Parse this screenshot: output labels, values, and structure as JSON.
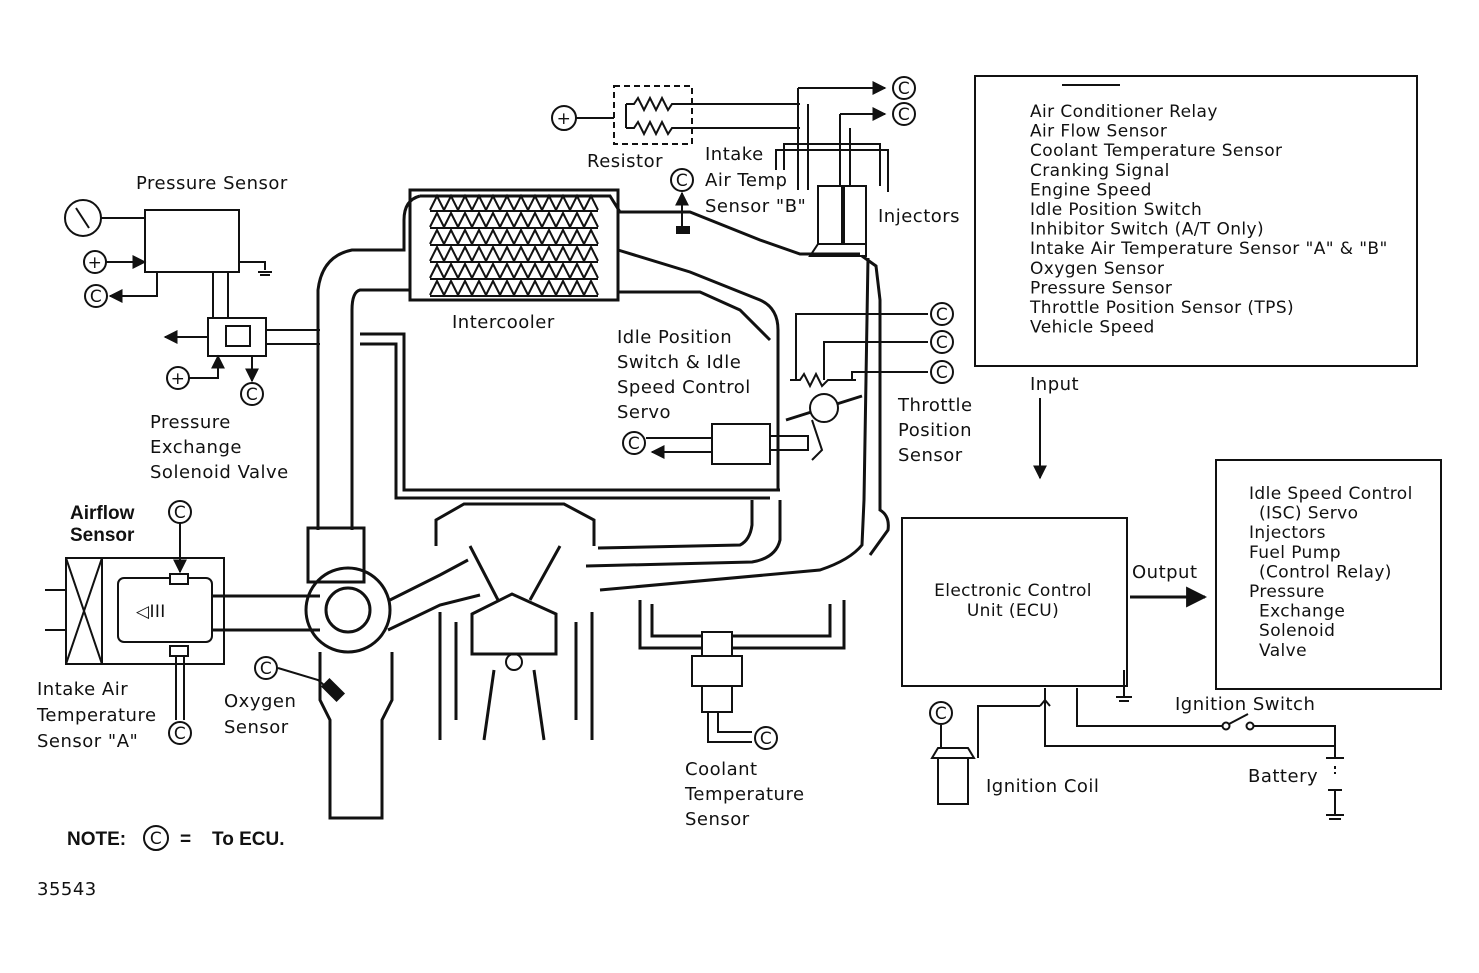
{
  "labels": {
    "pressure_sensor": "Pressure Sensor",
    "resistor": "Resistor",
    "intake_air_temp_b": [
      "Intake",
      "Air Temp",
      "Sensor \"B\""
    ],
    "injectors": "Injectors",
    "intercooler": "Intercooler",
    "idle_position_switch": [
      "Idle Position",
      "Switch & Idle",
      "Speed Control",
      "Servo"
    ],
    "pressure_exchange": [
      "Pressure",
      "Exchange",
      "Solenoid Valve"
    ],
    "throttle_position": [
      "Throttle",
      "Position",
      "Sensor"
    ],
    "airflow_sensor": [
      "Airflow",
      "Sensor"
    ],
    "intake_air_temp_a": [
      "Intake Air",
      "Temperature",
      "Sensor \"A\""
    ],
    "oxygen_sensor": [
      "Oxygen",
      "Sensor"
    ],
    "coolant_temp": [
      "Coolant",
      "Temperature",
      "Sensor"
    ],
    "ecu": [
      "Electronic Control",
      "Unit (ECU)"
    ],
    "input": "Input",
    "output": "Output",
    "ignition_switch": "Ignition Switch",
    "battery": "Battery",
    "ignition_coil": "Ignition Coil",
    "note": "NOTE:",
    "note_equals": "=",
    "note_to_ecu": "To ECU.",
    "figure_number": "35543",
    "c_symbol": "C",
    "plus_symbol": "+"
  },
  "input_list": [
    "Air Conditioner Relay",
    "Air Flow Sensor",
    "Coolant Temperature Sensor",
    "Cranking Signal",
    "Engine Speed",
    "Idle Position Switch",
    "Inhibitor Switch (A/T Only)",
    "Intake Air Temperature Sensor \"A\" & \"B\"",
    "Oxygen Sensor",
    "Pressure Sensor",
    "Throttle Position Sensor (TPS)",
    "Vehicle Speed"
  ],
  "output_list": [
    "Idle Speed Control",
    "(ISC) Servo",
    "Injectors",
    "Fuel Pump",
    "(Control Relay)",
    "Pressure",
    "Exchange",
    "Solenoid",
    "Valve"
  ]
}
